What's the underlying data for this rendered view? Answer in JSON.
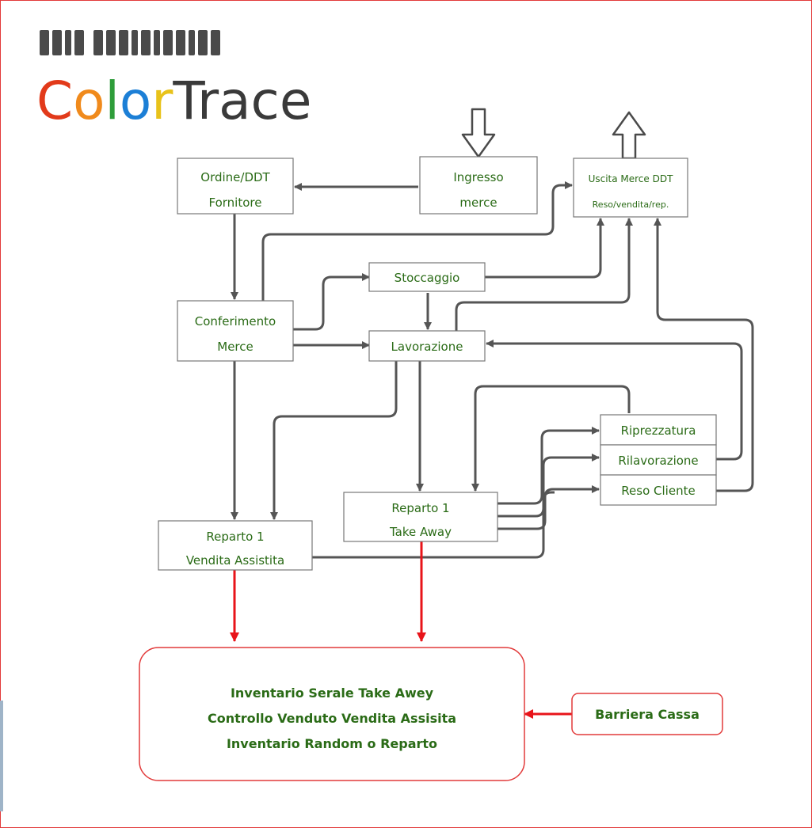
{
  "logo": {
    "barcode": "▮▮▮▮ ▮▮▮▮▮▮",
    "letters": [
      "C",
      "o",
      "l",
      "o",
      "r"
    ],
    "trace": "Trace",
    "colors": {
      "C": "#e23a1a",
      "o1": "#f08a1c",
      "l": "#2e9d3a",
      "o2": "#1c7fd6",
      "r": "#e8c21a",
      "trace": "#3a3a3a",
      "barcode": "#4a4a4a"
    }
  },
  "nodes": {
    "ordine": [
      "Ordine/DDT",
      "Fornitore"
    ],
    "ingresso": [
      "Ingresso",
      "merce"
    ],
    "uscita": [
      "Uscita Merce DDT",
      "Reso/vendita/rep."
    ],
    "stoccaggio": "Stoccaggio",
    "conferimento": [
      "Conferimento",
      "Merce"
    ],
    "lavorazione": "Lavorazione",
    "riprezzatura": "Riprezzatura",
    "rilavorazione": "Rilavorazione",
    "reso_cliente": "Reso Cliente",
    "reparto_take_away": [
      "Reparto 1",
      "Take Away"
    ],
    "reparto_vendita": [
      "Reparto 1",
      "Vendita Assistita"
    ],
    "inventario": [
      "Inventario Serale Take Awey",
      "Controllo Venduto Vendita Assisita",
      "Inventario Random o Reparto"
    ],
    "barriera": "Barriera Cassa"
  },
  "colors": {
    "text_green": "#2a6b16",
    "arrow_gray": "#555555",
    "arrow_red": "#e8141a",
    "border_red": "#e23a3a"
  }
}
